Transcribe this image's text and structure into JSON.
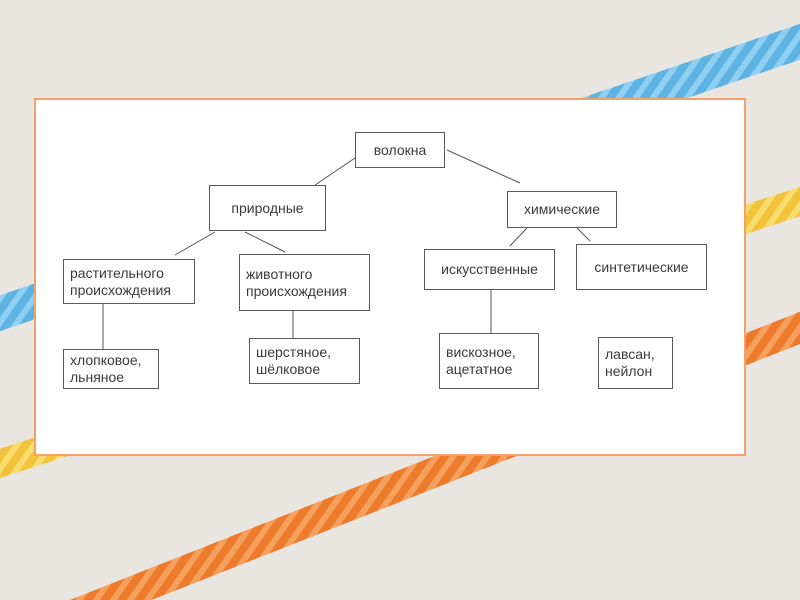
{
  "diagram": {
    "root": "волокна",
    "natural": {
      "label": "природные",
      "plant": {
        "label": "растительного\nпроисхождения",
        "examples": "хлопковое,\nльняное"
      },
      "animal": {
        "label": "животного\nпроисхождения",
        "examples": "шерстяное,\nшёлковое"
      }
    },
    "chemical": {
      "label": "химические",
      "artificial": {
        "label": "искусственные",
        "examples": "вискозное,\nацетатное"
      },
      "synthetic": {
        "label": "синтетические",
        "examples": "лавсан,\nнейлон"
      }
    }
  },
  "colors": {
    "frame_border": "#f4a06a",
    "rope_blue": "#5fb3e3",
    "rope_yellow": "#f2c33a",
    "rope_orange": "#ee7a2b",
    "line": "#555555"
  }
}
